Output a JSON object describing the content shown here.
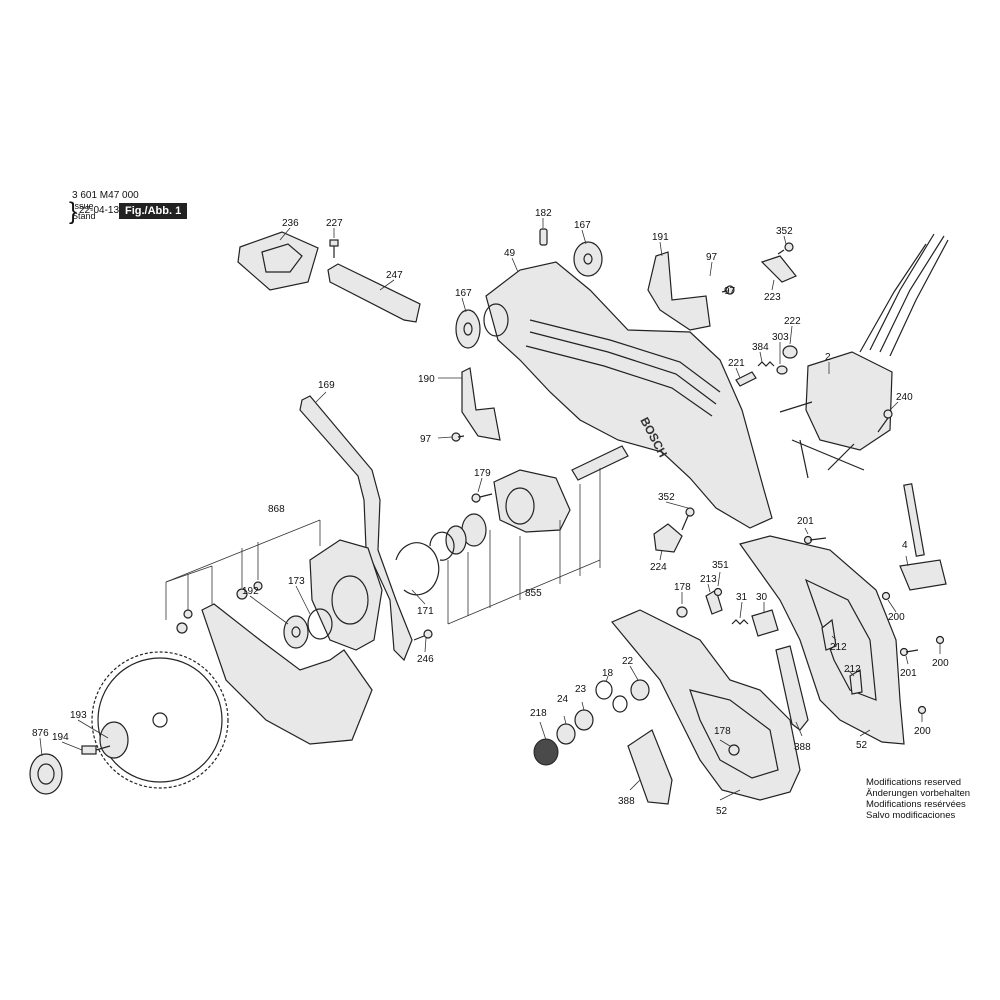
{
  "header": {
    "order_number": "3 601 M47 000",
    "issue_label": "Issue",
    "stand_label": "Stand",
    "issue_date": "22-04-13",
    "figure": "Fig./Abb. 1"
  },
  "notes": [
    "Modifications reserved",
    "Änderungen vorbehalten",
    "Modifications resérvées",
    "Salvo modificaciones"
  ],
  "brand": "BOSCH",
  "parts": [
    "236",
    "227",
    "247",
    "182",
    "167",
    "49",
    "167",
    "191",
    "97",
    "97",
    "352",
    "223",
    "169",
    "190",
    "97",
    "179",
    "2",
    "222",
    "303",
    "384",
    "221",
    "240",
    "868",
    "173",
    "192",
    "246",
    "171",
    "855",
    "352",
    "224",
    "201",
    "4",
    "200",
    "178",
    "213",
    "351",
    "31",
    "30",
    "212",
    "212",
    "201",
    "200",
    "22",
    "18",
    "24",
    "23",
    "218",
    "200",
    "52",
    "388",
    "178",
    "388",
    "52",
    "193",
    "194",
    "876"
  ]
}
